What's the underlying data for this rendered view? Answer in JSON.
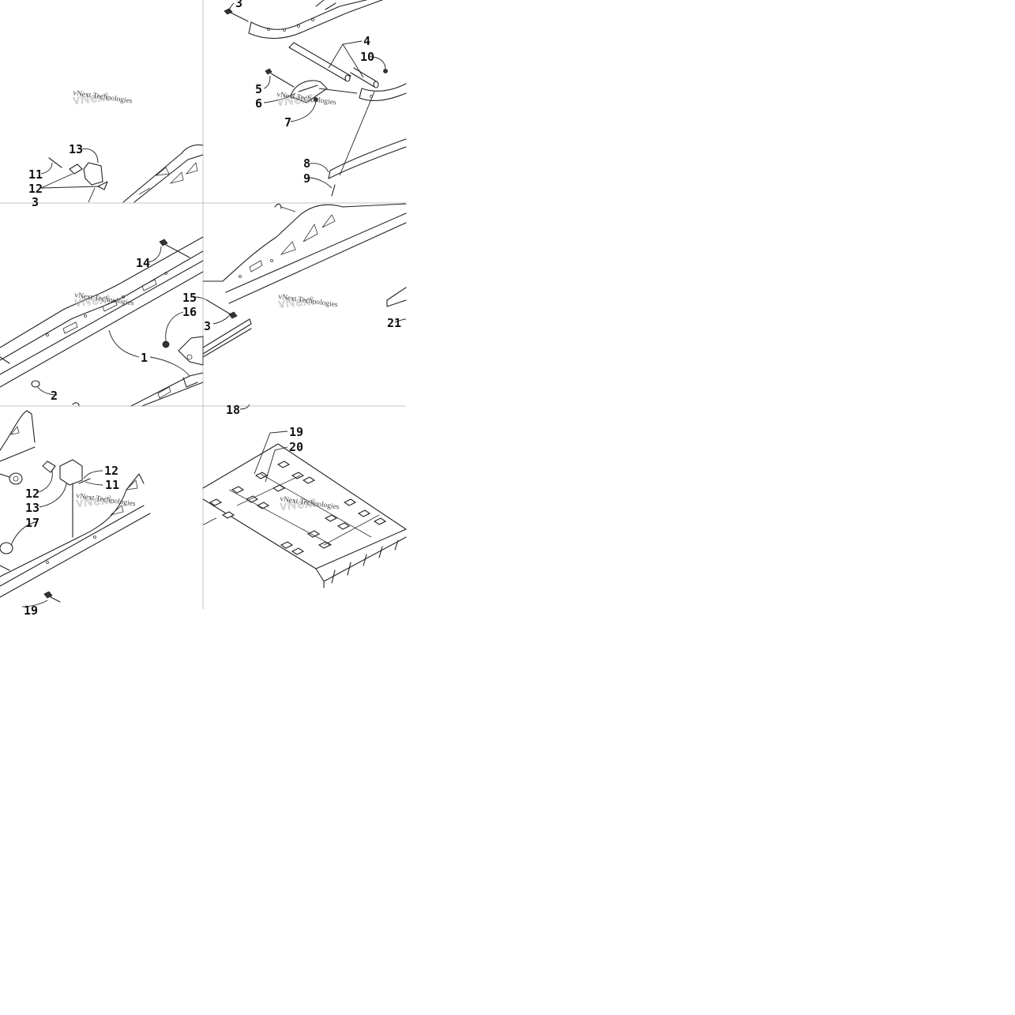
{
  "callouts": [
    {
      "id": "c1",
      "text": "1"
    },
    {
      "id": "c2",
      "text": "2"
    },
    {
      "id": "c3a",
      "text": "3"
    },
    {
      "id": "c3b",
      "text": "3"
    },
    {
      "id": "c3c",
      "text": "3"
    },
    {
      "id": "c4",
      "text": "4"
    },
    {
      "id": "c5",
      "text": "5"
    },
    {
      "id": "c6",
      "text": "6"
    },
    {
      "id": "c7",
      "text": "7"
    },
    {
      "id": "c8",
      "text": "8"
    },
    {
      "id": "c9",
      "text": "9"
    },
    {
      "id": "c10",
      "text": "10"
    },
    {
      "id": "c11a",
      "text": "11"
    },
    {
      "id": "c11b",
      "text": "11"
    },
    {
      "id": "c12a",
      "text": "12"
    },
    {
      "id": "c12b",
      "text": "12"
    },
    {
      "id": "c12c",
      "text": "12"
    },
    {
      "id": "c13a",
      "text": "13"
    },
    {
      "id": "c13b",
      "text": "13"
    },
    {
      "id": "c14",
      "text": "14"
    },
    {
      "id": "c15",
      "text": "15"
    },
    {
      "id": "c16",
      "text": "16"
    },
    {
      "id": "c17",
      "text": "17"
    },
    {
      "id": "c18",
      "text": "18"
    },
    {
      "id": "c19",
      "text": "19"
    },
    {
      "id": "c19b",
      "text": "19"
    },
    {
      "id": "c20",
      "text": "20"
    },
    {
      "id": "c21",
      "text": "21"
    }
  ],
  "watermarks": [
    {
      "id": "w1",
      "text": "vNext Technologies"
    },
    {
      "id": "w2",
      "text": "vNext Technologies"
    },
    {
      "id": "w3",
      "text": "vNext Technologies"
    },
    {
      "id": "w4",
      "text": "vNext Technologies"
    },
    {
      "id": "w5",
      "text": "vNext Technologies"
    },
    {
      "id": "w6",
      "text": "vNext Technologies"
    }
  ],
  "colors": {
    "line": "#222222",
    "background": "#ffffff"
  }
}
